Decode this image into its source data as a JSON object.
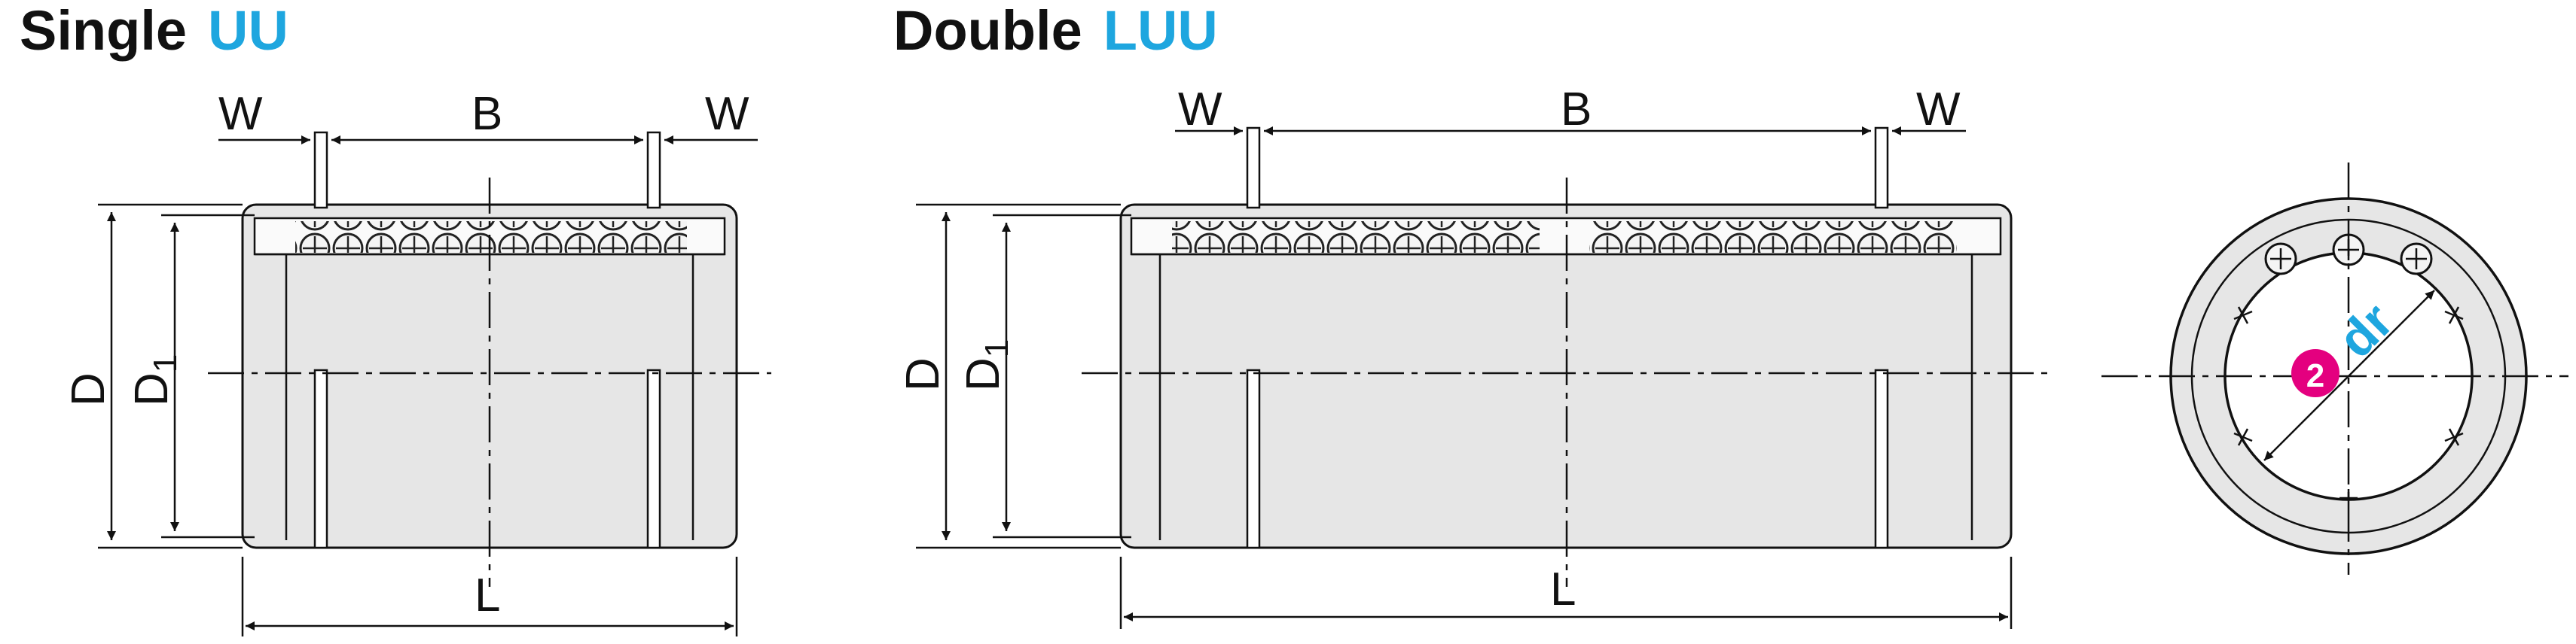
{
  "single": {
    "title": "Single",
    "code": "UU"
  },
  "double": {
    "title": "Double",
    "code": "LUU"
  },
  "dimensions": {
    "W": "W",
    "B": "B",
    "L": "L",
    "D": "D",
    "D1_main": "D",
    "D1_sub": "1"
  },
  "end_view": {
    "marker": "2",
    "label": "dr"
  },
  "colors": {
    "accent": "#1ea6df",
    "marker": "#e4007f",
    "body": "#e6e6e6",
    "line": "#111111"
  }
}
